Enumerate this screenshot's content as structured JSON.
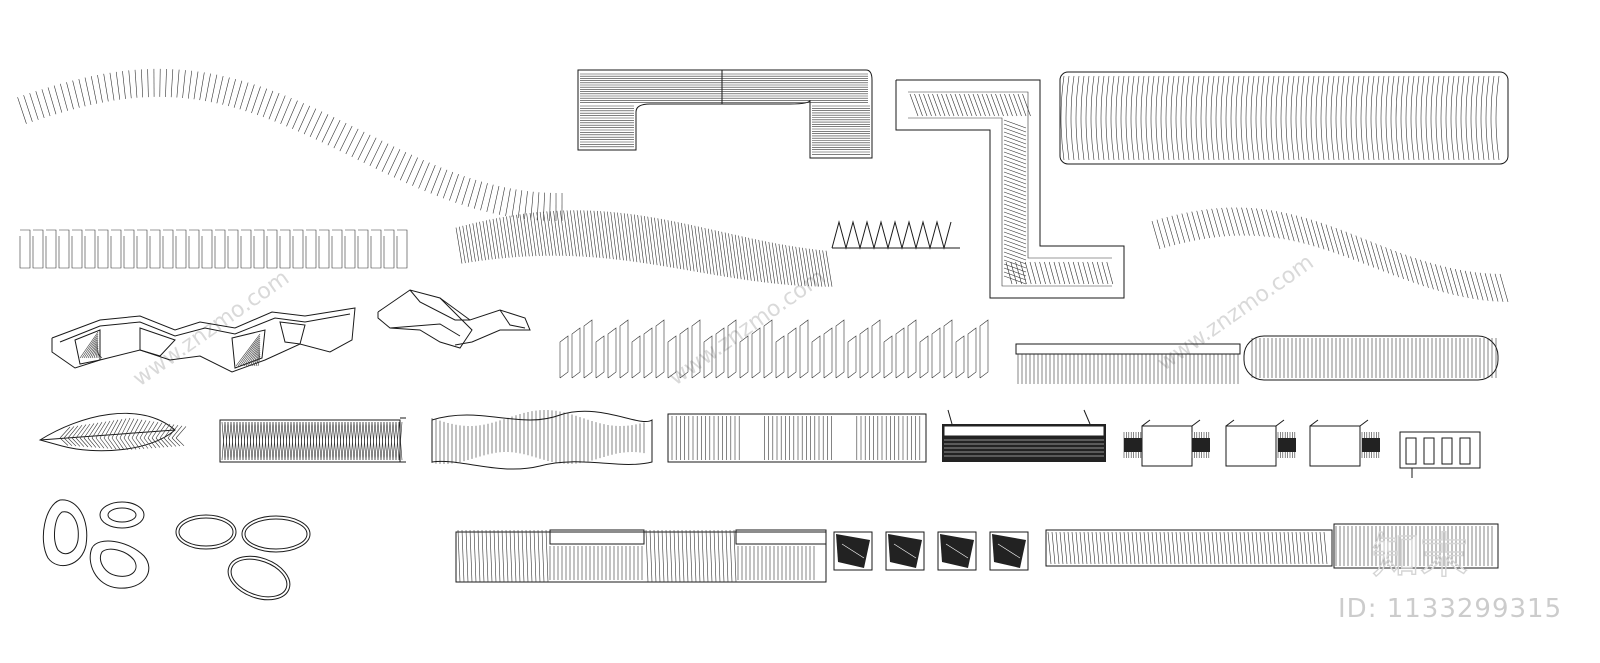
{
  "watermark": {
    "site_text": "www.znzmo.com",
    "logo_text": "知末",
    "id_label": "ID: 1133299315"
  },
  "colors": {
    "line": "#1a1a1a",
    "watermark": "#cccccc",
    "background": "#ffffff"
  }
}
